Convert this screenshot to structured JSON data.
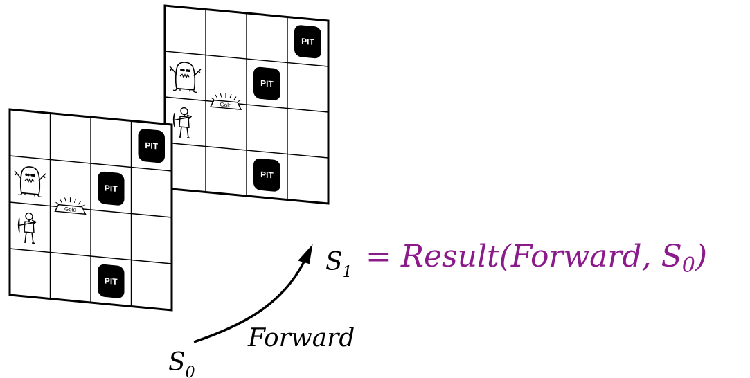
{
  "labels": {
    "s0_main": "S",
    "s0_sub": "0",
    "s1_main": "S",
    "s1_sub": "1",
    "action": "Forward",
    "equation": "= Result(Forward, S",
    "equation_sub": "0",
    "equation_close": ")"
  },
  "cell_text": {
    "pit": "PIT",
    "gold": "Gold"
  },
  "colors": {
    "equation": "#8B1A8B",
    "pit_fill": "#000000",
    "grid": "#000000"
  },
  "icons": {
    "wumpus": "wumpus-icon",
    "agent": "agent-icon",
    "gold": "gold-icon",
    "pit": "pit-icon",
    "arrow": "curved-arrow-icon"
  },
  "boards": [
    {
      "id": "s0",
      "grid_size": 4,
      "wumpus": [
        1,
        3
      ],
      "gold": [
        2,
        3
      ],
      "agent": [
        1,
        2
      ],
      "pits": [
        [
          4,
          4
        ],
        [
          3,
          3
        ],
        [
          3,
          1
        ]
      ]
    },
    {
      "id": "s1",
      "grid_size": 4,
      "wumpus": [
        1,
        3
      ],
      "gold": [
        2,
        3
      ],
      "agent": [
        1,
        2
      ],
      "pits": [
        [
          4,
          4
        ],
        [
          3,
          3
        ],
        [
          3,
          1
        ]
      ]
    }
  ]
}
